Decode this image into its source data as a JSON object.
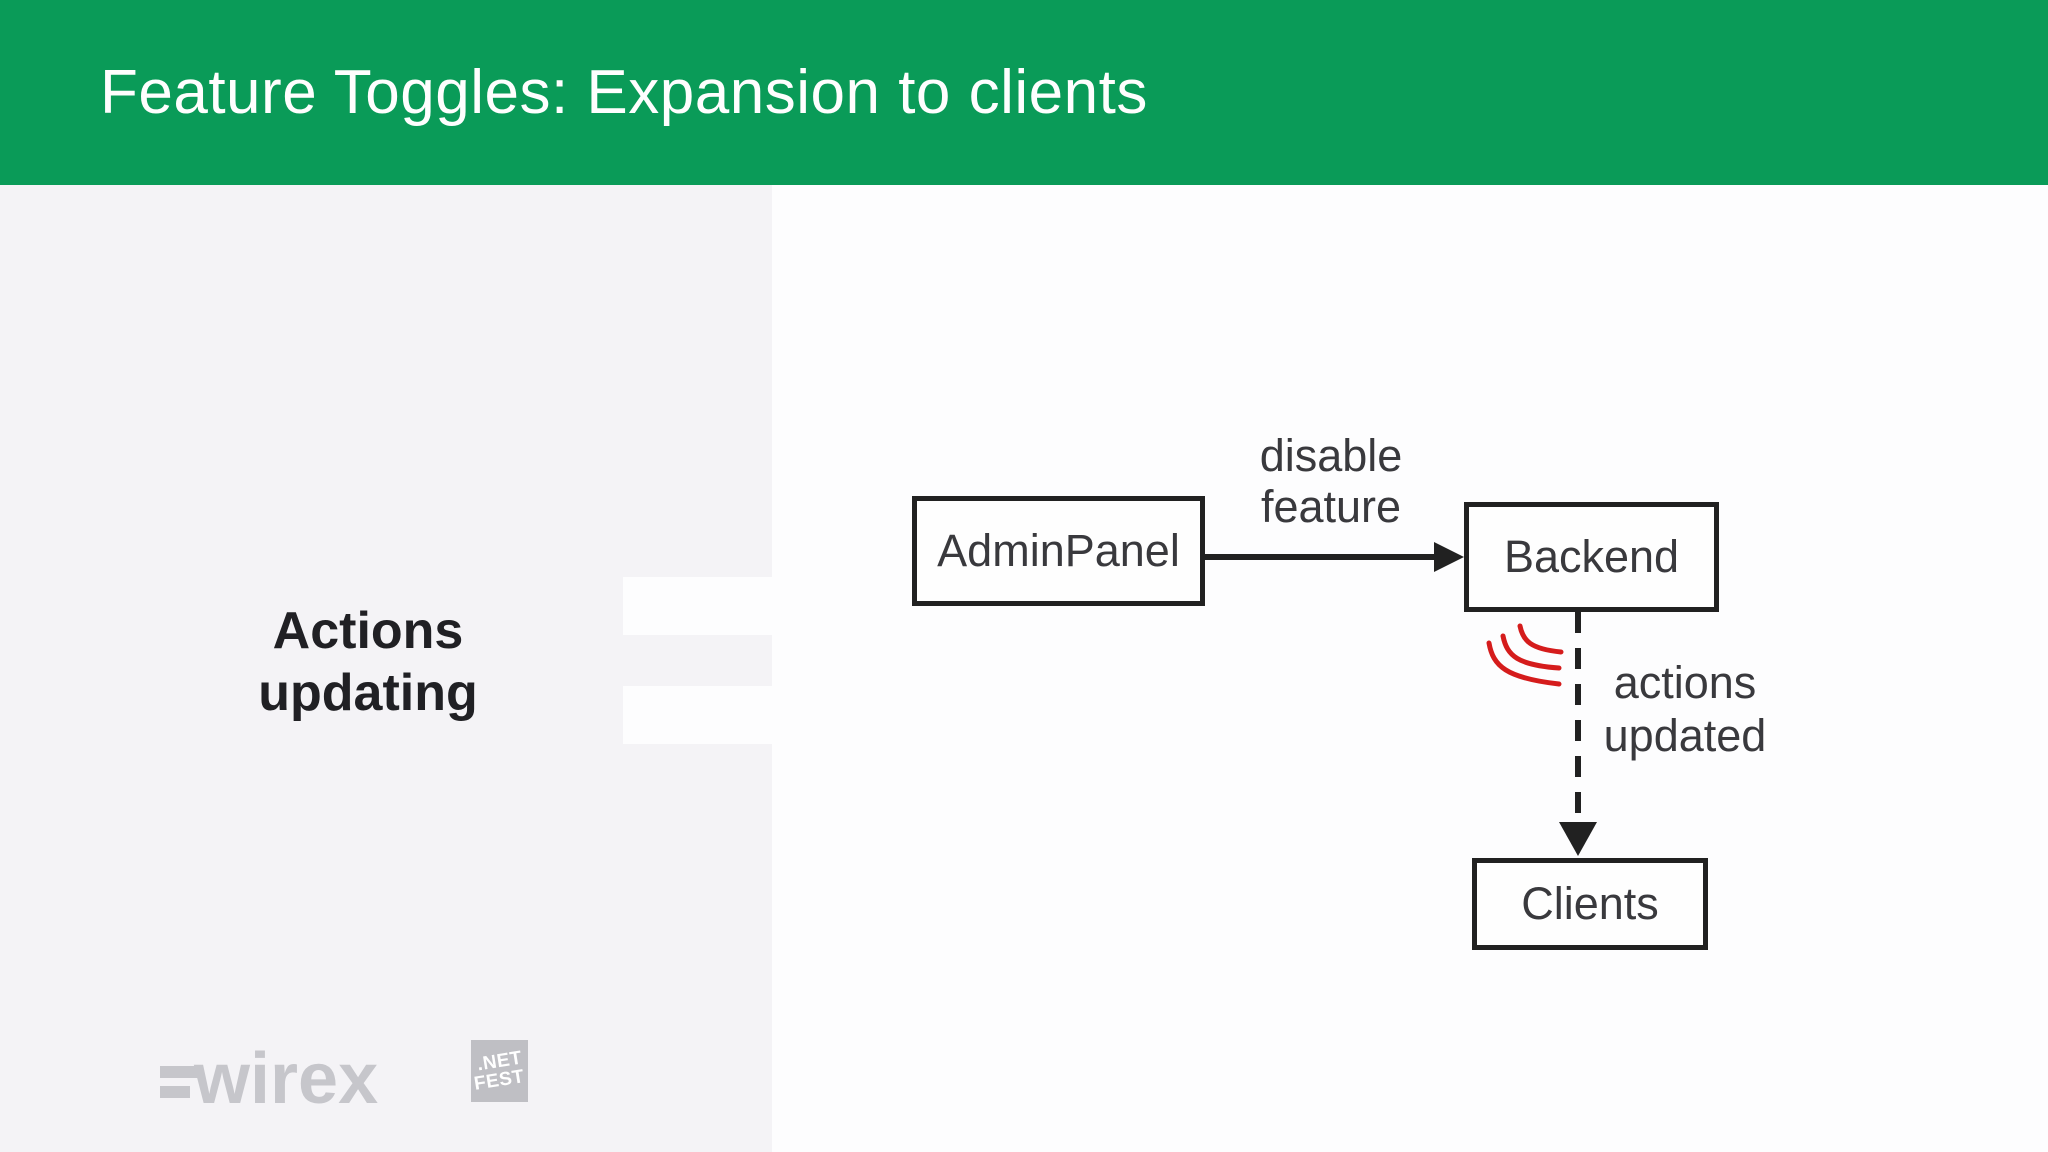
{
  "slide": {
    "title": "Feature Toggles: Expansion to clients",
    "side_label": "Actions\nupdating"
  },
  "diagram": {
    "nodes": {
      "admin_panel": "AdminPanel",
      "backend": "Backend",
      "clients": "Clients"
    },
    "edges": {
      "disable_feature": "disable\nfeature",
      "actions_updated": "actions\nupdated"
    }
  },
  "footer": {
    "wirex_logo_text": "wirex",
    "netfest_line1": ".NET",
    "netfest_line2": "FEST"
  },
  "colors": {
    "header_green": "#0a9b58",
    "sidebar_gray": "#f4f3f6",
    "content_white": "#fdfdfe",
    "ink_black": "#212121",
    "text_dark": "#39393d",
    "red_mark": "#d51c1c",
    "logo_gray": "#c6c6cb"
  }
}
